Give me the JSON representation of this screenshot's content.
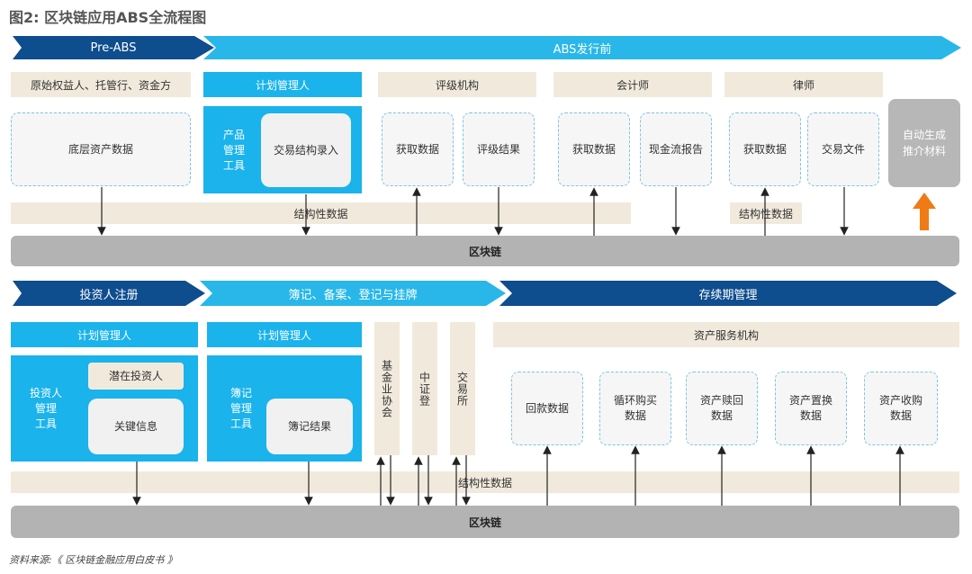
{
  "title": "图2: 区块链应用ABS全流程图",
  "source": "资料来源:《 区块链金融应用白皮书 》",
  "top": {
    "phase1": "Pre-ABS",
    "phase2": "ABS发行前",
    "originator": "原始权益人、托管行、资金方",
    "plan_manager": "计划管理人",
    "rating_agency": "评级机构",
    "accountant": "会计师",
    "lawyer": "律师",
    "underlying_data": "底层资产数据",
    "product_tool": "产品\n管理\n工具",
    "deal_structure_entry": "交易结构录入",
    "get_data": "获取数据",
    "rating_result": "评级结果",
    "cashflow_report": "现金流报告",
    "deal_documents": "交易文件",
    "auto_generate": "自动生成\n推介材料",
    "structured_data": "结构性数据",
    "blockchain": "区块链"
  },
  "bottom": {
    "phase1": "投资人注册",
    "phase2": "簿记、备案、登记与挂牌",
    "phase3": "存续期管理",
    "plan_manager": "计划管理人",
    "investor_tool": "投资人\n管理\n工具",
    "potential_investors": "潜在投资人",
    "key_info": "关键信息",
    "bookkeeping_tool": "簿记\n管理\n工具",
    "bookkeeping_result": "簿记结果",
    "fund_association": "基金业协会",
    "csdc": "中证登",
    "exchange": "交易所",
    "asset_service": "资产服务机构",
    "repayment_data": "回款数据",
    "revolving_data": "循环购买\n数据",
    "redemption_data": "资产赎回\n数据",
    "replacement_data": "资产置换\n数据",
    "acquisition_data": "资产收购\n数据",
    "structured_data": "结构性数据",
    "blockchain": "区块链"
  },
  "colors": {
    "dark_blue": "#0e4d8e",
    "light_blue": "#28b7e8",
    "beige": "#f1eadc",
    "chain_gray": "#b3b3b3",
    "orange_arrow": "#f07a16"
  }
}
